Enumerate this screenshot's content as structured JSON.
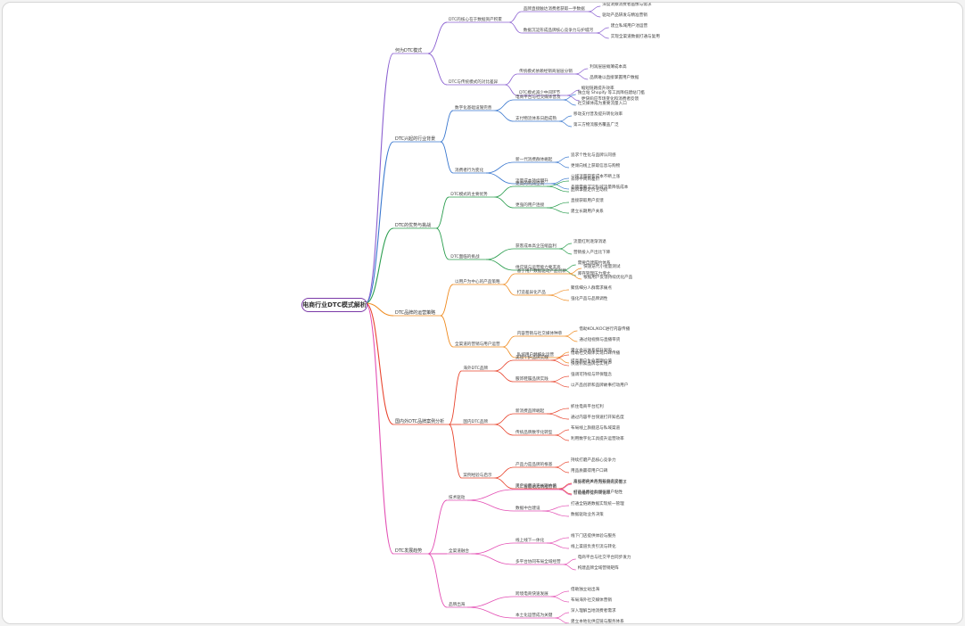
{
  "root": "电商行业DTC模式解析",
  "branches": [
    {
      "label": "何为DTC模式",
      "color": "#8a5fd0",
      "children": [
        {
          "label": "DTC的核心在于数据资产积累",
          "children": [
            {
              "label": "品牌直接触达消费者获取一手数据",
              "children": [
                "深度洞察消费者画像与需求",
                "驱动产品研发与精准营销"
              ]
            },
            {
              "label": "数据沉淀形成品牌核心竞争力与护城河",
              "children": [
                "建立私域用户池运营",
                "实现全渠道数据打通与复用"
              ]
            }
          ]
        },
        {
          "label": "DTC与传统模式的对比差异",
          "children": [
            {
              "label": "传统模式依赖经销商层层分销",
              "children": [
                "利润层层摊薄成本高",
                "品牌难以直接掌握用户数据"
              ]
            },
            {
              "label": "DTC模式减少中间环节",
              "children": [
                "缩短链路提升效率",
                "更快响应市场变化和消费者反馈"
              ]
            }
          ]
        }
      ]
    },
    {
      "label": "DTC兴起的行业背景",
      "color": "#3a78cf",
      "children": [
        {
          "label": "数字化基础设施完善",
          "children": [
            {
              "label": "电商平台与社交媒体普及",
              "children": [
                "独立站 Shopify 等工具降低建站门槛",
                "社交媒体成为重要流量入口"
              ]
            },
            {
              "label": "支付物流体系日趋成熟",
              "children": [
                "移动支付普及提升转化效率",
                "第三方物流服务覆盖广泛"
              ]
            }
          ]
        },
        {
          "label": "消费者行为变化",
          "children": [
            {
              "label": "新一代消费群体崛起",
              "children": [
                "追求个性化与品牌认同感",
                "更倾向线上获取信息与购物"
              ]
            },
            {
              "label": "流量成本持续攀升",
              "children": [
                "公域流量获客成本不断上涨",
                "品牌需要沉淀私域流量降低成本"
              ]
            }
          ]
        }
      ]
    },
    {
      "label": "DTC的优势与挑战",
      "color": "#2a9d4e",
      "children": [
        {
          "label": "DTC模式的主要优势",
          "children": [
            {
              "label": "更高的利润空间",
              "children": [
                "去除中间商差价",
                "品牌掌握定价主动权"
              ]
            },
            {
              "label": "更强的用户连接",
              "children": [
                "直接获取用户反馈",
                "建立长期用户关系"
              ]
            }
          ]
        },
        {
          "label": "DTC面临的挑战",
          "children": [
            {
              "label": "获客成本高企压缩盈利",
              "children": [
                "流量红利逐渐消退",
                "营销投入产出比下降"
              ]
            },
            {
              "label": "供应链与运营能力要求高",
              "children": [
                "需要自建履约体系",
                "库存管理压力增大"
              ]
            }
          ]
        }
      ]
    },
    {
      "label": "DTC品牌的运营策略",
      "color": "#ef8a1e",
      "children": [
        {
          "label": "以用户为中心的产品策略",
          "children": [
            {
              "label": "基于用户数据驱动产品创新",
              "children": [
                "快速迭代小批量测试",
                "根据用户反馈持续优化产品"
              ]
            },
            {
              "label": "打造差异化产品",
              "children": [
                "聚焦细分人群需求痛点",
                "强化产品与品牌调性"
              ]
            }
          ]
        },
        {
          "label": "全渠道的营销与用户运营",
          "children": [
            {
              "label": "内容营销与社交媒体种草",
              "children": [
                "借助KOL/KOC进行内容传播",
                "通过短视频与直播带货"
              ]
            },
            {
              "label": "私域用户精细化运营",
              "children": [
                "建立会员体系提升复购",
                "提高用户生命周期价值"
              ]
            }
          ]
        }
      ]
    },
    {
      "label": "国内外DTC品牌案例分析",
      "color": "#e8452e",
      "children": [
        {
          "label": "海外DTC品牌",
          "children": [
            {
              "label": "美妆个护品牌实践",
              "children": [
                "借助社交媒体实现口碑传播",
                "快速积累品牌忠实用户"
              ]
            },
            {
              "label": "服饰鞋履品牌实践",
              "children": [
                "强调可持续与环保理念",
                "以产品创新和品牌故事打动用户"
              ]
            }
          ]
        },
        {
          "label": "国内DTC品牌",
          "children": [
            {
              "label": "新消费品牌崛起",
              "children": [
                "抓住电商平台红利",
                "通过内容平台快速打开知名度"
              ]
            },
            {
              "label": "传统品牌数字化转型",
              "children": [
                "布局线上旗舰店与私域渠道",
                "利用数字化工具提升运营效率"
              ]
            }
          ]
        },
        {
          "label": "案例经验与启示",
          "children": [
            {
              "label": "产品力是品牌的根基",
              "children": [
                "持续打磨产品核心竞争力",
                "用品质赢得用户口碑"
              ]
            },
            {
              "label": "用户运营决定长期价值",
              "children": [
                "重视用户关系而非单次交易",
                "打造品牌社群增强用户粘性"
              ]
            }
          ]
        }
      ]
    },
    {
      "label": "DTC发展趋势",
      "color": "#e34fb4",
      "children": [
        {
          "label": "技术驱动",
          "children": [
            {
              "label": "人工智能助力精准营销",
              "children": [
                "AI分析用户行为预测购买需求",
                "智能推荐提升转化率"
              ]
            },
            {
              "label": "数据中台建设",
              "children": [
                "打通全链路数据实现统一管理",
                "数据驱动业务决策"
              ]
            }
          ]
        },
        {
          "label": "全渠道融合",
          "children": [
            {
              "label": "线上线下一体化",
              "children": [
                "线下门店提供体验与服务",
                "线上渠道负责引流与转化"
              ]
            },
            {
              "label": "多平台协同布局全域经营",
              "children": [
                "电商平台与社交平台同步发力",
                "构建品牌全域营销矩阵"
              ]
            }
          ]
        },
        {
          "label": "品牌出海",
          "children": [
            {
              "label": "跨境电商快速发展",
              "children": [
                "借助独立站出海",
                "布局海外社交媒体营销"
              ]
            },
            {
              "label": "本土化运营成为关键",
              "children": [
                "深入理解当地消费者需求",
                "建立本地化供应链与服务体系"
              ]
            }
          ]
        }
      ]
    }
  ]
}
